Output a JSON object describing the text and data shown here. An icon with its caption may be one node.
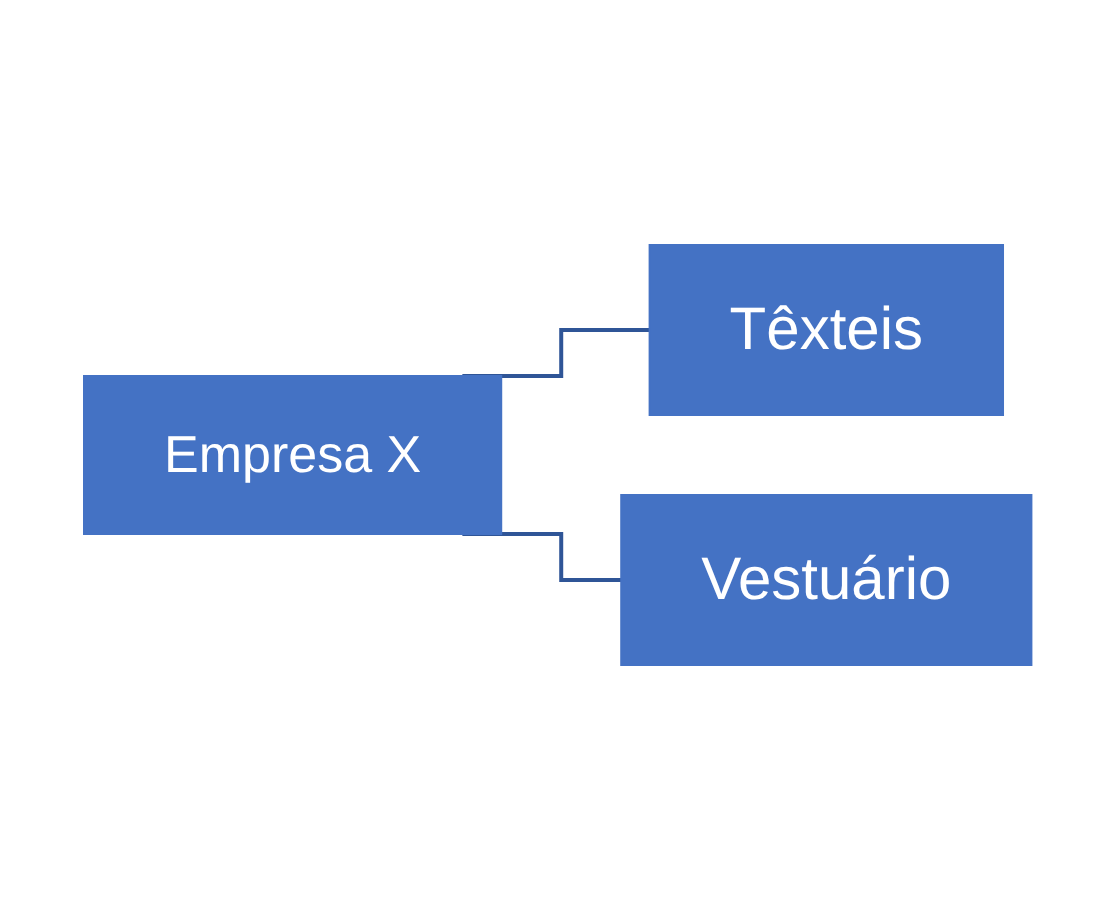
{
  "diagram": {
    "nodes": [
      {
        "text": [
          "Empresa X"
        ]
      },
      {
        "text": [
          "Têxteis"
        ]
      },
      {
        "text": [
          "Vestuário"
        ]
      }
    ],
    "edges": [
      {
        "from": 0,
        "to": 1,
        "arrow": "none"
      },
      {
        "from": 0,
        "to": 2,
        "arrow": "none"
      }
    ]
  }
}
